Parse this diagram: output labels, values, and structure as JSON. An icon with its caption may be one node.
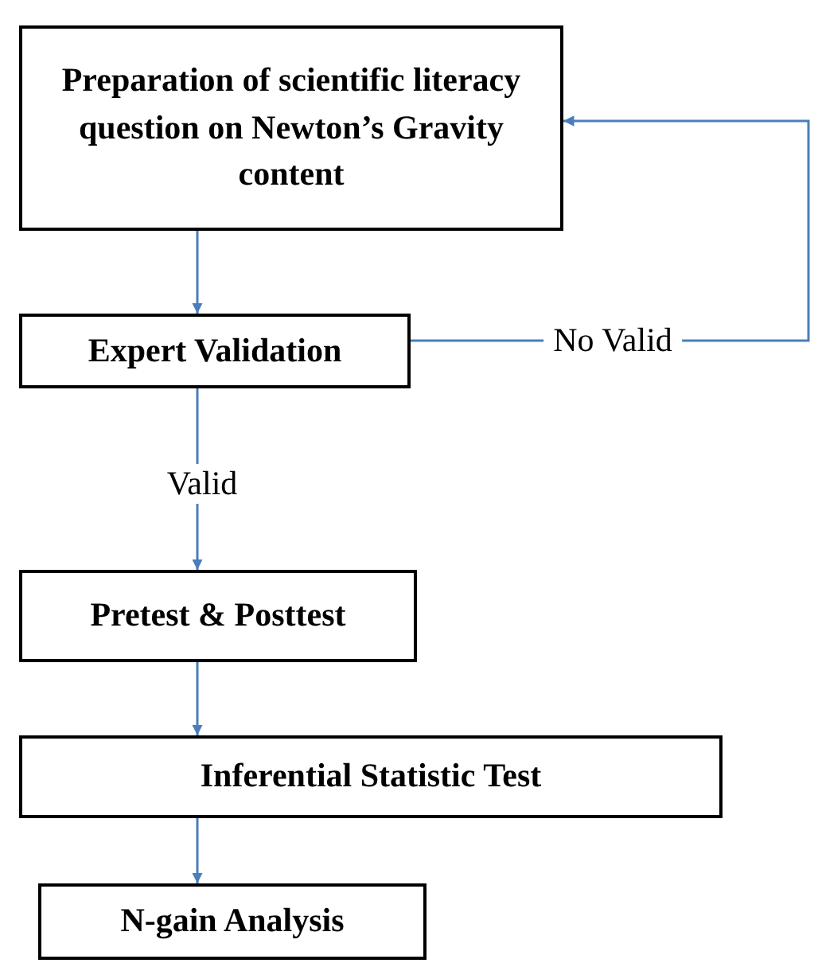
{
  "diagram": {
    "nodes": [
      {
        "text": [
          "Preparation of scientific literacy question on Newton’s Gravity content"
        ]
      },
      {
        "text": [
          "Expert Validation"
        ]
      },
      {
        "text": [
          "Pretest & Posttest"
        ]
      },
      {
        "text": [
          "Inferential Statistic Test"
        ]
      },
      {
        "text": [
          "N-gain Analysis"
        ]
      }
    ],
    "edges": [
      {
        "from": 0,
        "to": 1,
        "arrow": "to"
      },
      {
        "from": 1,
        "to": 0,
        "arrow": "to",
        "label": "No Valid"
      },
      {
        "from": 1,
        "to": 2,
        "arrow": "to",
        "label": "Valid"
      },
      {
        "from": 2,
        "to": 3,
        "arrow": "to"
      },
      {
        "from": 3,
        "to": 4,
        "arrow": "to"
      }
    ]
  }
}
